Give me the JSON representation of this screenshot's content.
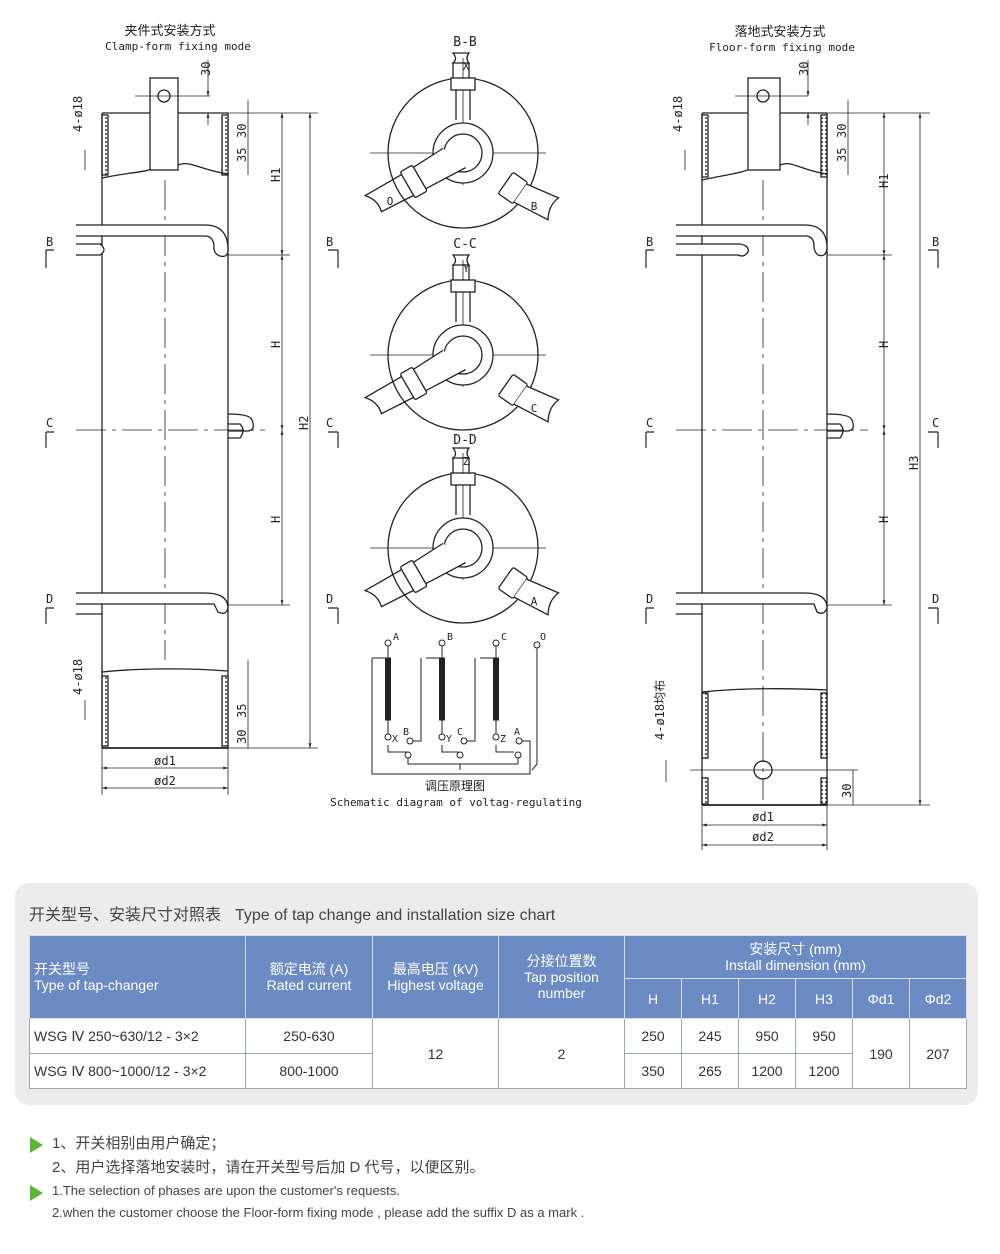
{
  "drawings": {
    "clamp": {
      "title_cn": "夹件式安装方式",
      "title_en": "Clamp-form fixing mode",
      "dim_30_top": "30",
      "dim_30": "30",
      "dim_35": "35",
      "holes_top": "4-ø18",
      "holes_bottom": "4-ø18",
      "dim_35_b": "35",
      "dim_30_b": "30",
      "h1": "H1",
      "h_a": "H",
      "h_b": "H",
      "h2": "H2",
      "d1": "ød1",
      "d2": "ød2"
    },
    "floor": {
      "title_cn": "落地式安装方式",
      "title_en": "Floor-form fixing mode",
      "dim_30_top": "30",
      "dim_30": "30",
      "dim_35": "35",
      "holes_top": "4-ø18",
      "holes_bottom": "4-ø18均布",
      "dim_30_b": "30",
      "h1": "H1",
      "h_a": "H",
      "h_b": "H",
      "h3": "H3",
      "d1": "ød1",
      "d2": "ød2"
    },
    "section_marks": {
      "b": "B",
      "c": "C",
      "d": "D"
    },
    "sections": [
      {
        "title": "B-B",
        "top": "X",
        "left": "O",
        "right": "B"
      },
      {
        "title": "C-C",
        "top": "Y",
        "left": "",
        "right": "C"
      },
      {
        "title": "D-D",
        "top": "Z",
        "left": "",
        "right": "A"
      }
    ],
    "schematic": {
      "top_terminals": [
        "A",
        "B",
        "C",
        "O"
      ],
      "bottom_terminals": [
        "X",
        "Y",
        "Z"
      ],
      "cross_terminals": [
        "B",
        "C",
        "A"
      ],
      "caption_cn": "调压原理图",
      "caption_en": "Schematic diagram of voltag-regulating"
    }
  },
  "chart_table": {
    "title_cn": "开关型号、安装尺寸对照表",
    "title_en": "Type of tap change and installation size chart",
    "headers": {
      "type_cn": "开关型号",
      "type_en": "Type of tap-changer",
      "current_cn": "额定电流 (A)",
      "current_en": "Rated current",
      "voltage_cn": "最高电压 (kV)",
      "voltage_en": "Highest voltage",
      "tap_cn": "分接位置数",
      "tap_en1": "Tap position",
      "tap_en2": "number",
      "install_cn": "安装尺寸 (mm)",
      "install_en": "Install dimension (mm)",
      "dims": [
        "H",
        "H1",
        "H2",
        "H3",
        "Φd1",
        "Φd2"
      ]
    },
    "rows": [
      {
        "type": "WSG Ⅳ 250~630/12 - 3×2",
        "current": "250-630",
        "H": "250",
        "H1": "245",
        "H2": "950",
        "H3": "950"
      },
      {
        "type": "WSG Ⅳ 800~1000/12 - 3×2",
        "current": "800-1000",
        "H": "350",
        "H1": "265",
        "H2": "1200",
        "H3": "1200"
      }
    ],
    "shared": {
      "voltage": "12",
      "tap": "2",
      "d1": "190",
      "d2": "207"
    }
  },
  "notes": {
    "cn": [
      "1、开关相别由用户确定；",
      "2、用户选择落地安装时，请在开关型号后加 D 代号，以便区别。"
    ],
    "en": [
      "1.The selection of phases are upon the customer's requests.",
      "2.when the customer choose the Floor-form fixing mode , please add the suffix D as a mark ."
    ]
  },
  "colors": {
    "header_bg": "#6c8ac4",
    "panel_bg": "#ececec",
    "bullet": "#5cb531"
  }
}
